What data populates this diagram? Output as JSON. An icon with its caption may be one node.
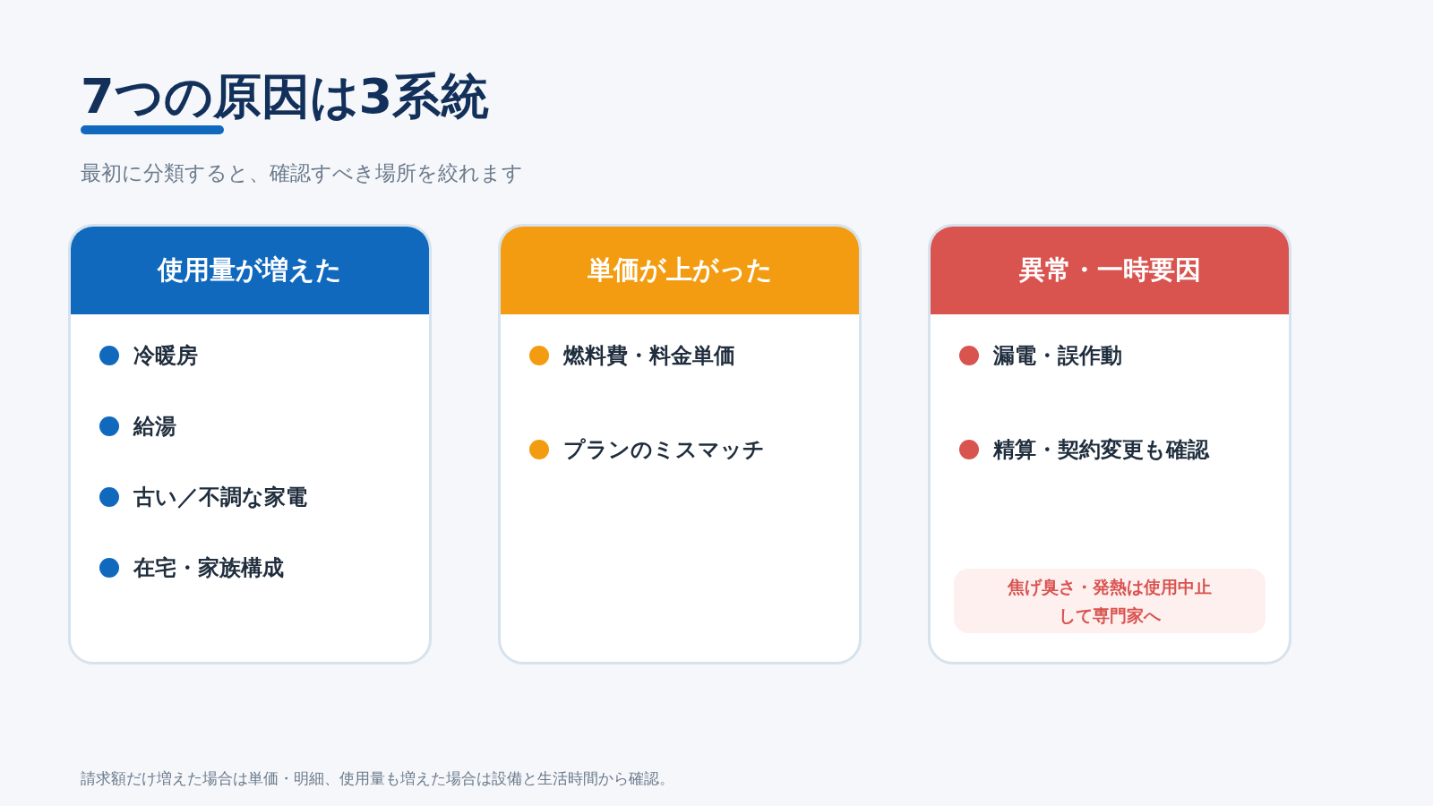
{
  "diagram": {
    "title": "7つの原因は3系統",
    "caption": "請求額だけ増えた場合は単価・明細、使用量も増えた場合は設備と生活時間から確認。",
    "nodes": [
      {
        "text": [
          "使用量が増えた",
          "冷暖房",
          "給湯",
          "古い／不調な家電",
          "在宅・家族構成"
        ]
      },
      {
        "text": [
          "単価が上がった",
          "燃料費・料金単価",
          "プランのミスマッチ"
        ]
      },
      {
        "text": [
          "異常・一時要因",
          "漏電・誤作動",
          "精算・契約変更も確認"
        ]
      },
      {
        "text": [
          "焦げ臭さ・発熱は使用中止して専門家へ"
        ],
        "in": 2
      }
    ],
    "edges": [],
    "labels": [
      "最初に分類すると、確認すべき場所を絞れます"
    ]
  }
}
